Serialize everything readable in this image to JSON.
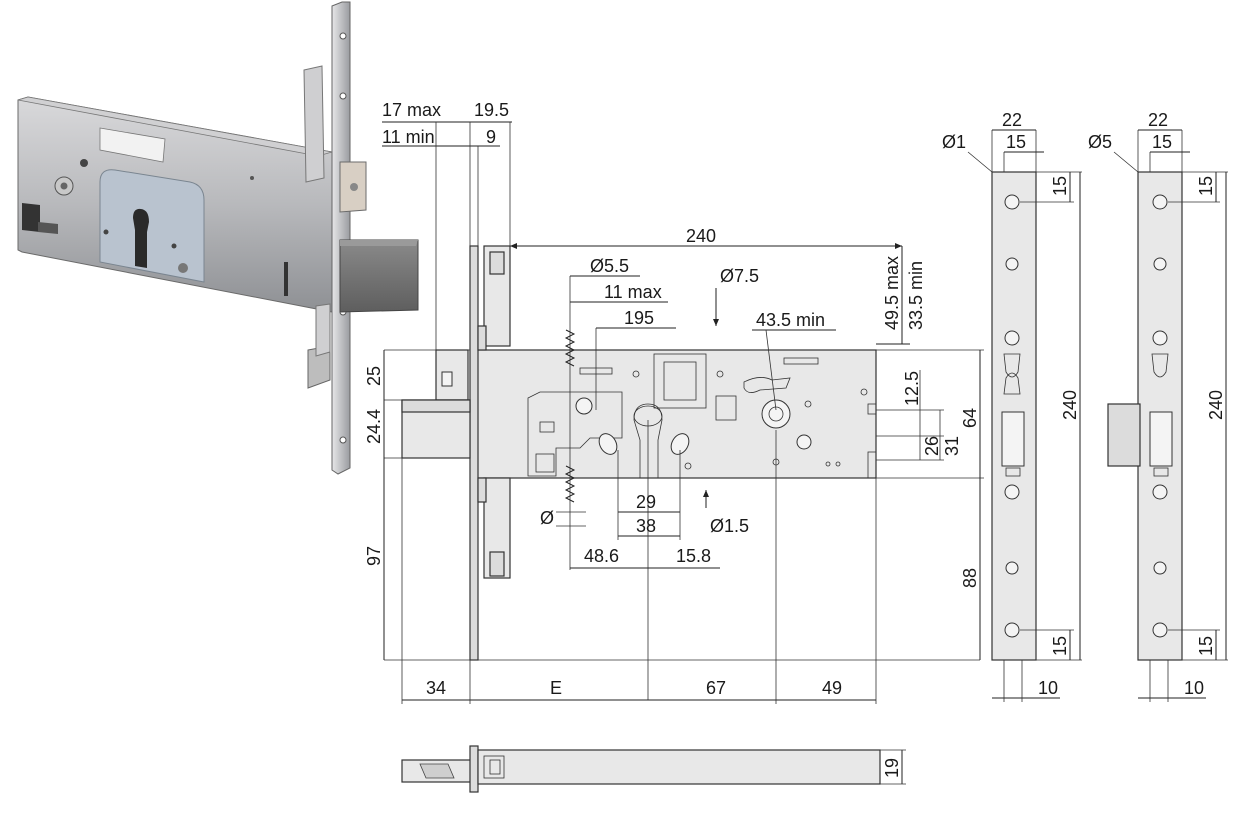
{
  "dimensions": {
    "d240_top": "240",
    "d49_5max": "49.5 max",
    "d33_5min": "33.5 min",
    "d17max": "17 max",
    "d11min": "11 min",
    "d19_5": "19.5",
    "d9": "9",
    "dia5_5": "Ø5.5",
    "d11max": "11 max",
    "d195": "195",
    "dia7_5": "Ø7.5",
    "d43_5min": "43.5 min",
    "d25": "25",
    "d24_4": "24.4",
    "d97": "97",
    "d12_5": "12.5",
    "d26": "26",
    "d31": "31",
    "d64": "64",
    "d88": "88",
    "d29": "29",
    "d38": "38",
    "dia1_5": "Ø1.5",
    "d48_6": "48.6",
    "d15_8": "15.8",
    "dia_small": "Ø",
    "d34": "34",
    "dE": "E",
    "d67": "67",
    "d49": "49",
    "d19": "19",
    "strikeA": {
      "dia": "Ø1",
      "w22": "22",
      "w15": "15",
      "h15a": "15",
      "h240": "240",
      "h15b": "15",
      "w10": "10"
    },
    "strikeB": {
      "dia": "Ø5",
      "w22": "22",
      "w15": "15",
      "h15a": "15",
      "h240": "240",
      "h15b": "15",
      "w10": "10"
    }
  }
}
